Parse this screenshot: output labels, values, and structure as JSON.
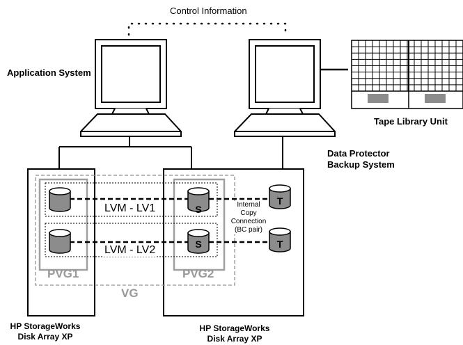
{
  "labels": {
    "control_info": "Control Information",
    "app_system": "Application System",
    "tape_library": "Tape Library Unit",
    "dp_line1": "Data Protector",
    "dp_line2": "Backup System",
    "lv1": "LVM - LV1",
    "lv2": "LVM - LV2",
    "pvg1": "PVG1",
    "pvg2": "PVG2",
    "vg": "VG",
    "internal_copy": [
      "Internal",
      "Copy",
      "Connection",
      "(BC pair)"
    ],
    "array_left": [
      "HP StorageWorks",
      "Disk Array XP"
    ],
    "array_right": [
      "HP StorageWorks",
      "Disk Array XP"
    ],
    "disk_s": "S",
    "disk_t": "T"
  },
  "colors": {
    "line": "#000000",
    "dashed_grey": "#a0a0a0",
    "disk_fill": "#8c8c8c",
    "tape_slot": "#8c8c8c"
  }
}
